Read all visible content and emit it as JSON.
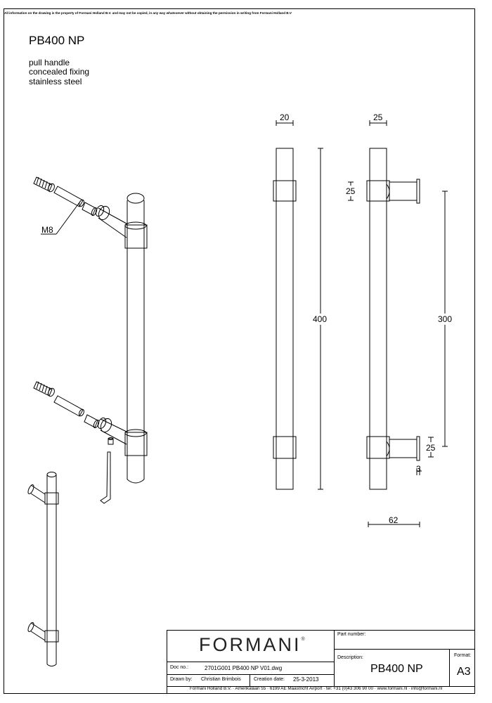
{
  "disclaimer": "All information on the drawing is the property of Formani Holland B.V. and may not be copied, in any way whatsoever without obtaining the permission in writing from Formani Holland B.V",
  "product": {
    "title": "PB400 NP",
    "lines": [
      "pull handle",
      "concealed fixing",
      "stainless steel"
    ]
  },
  "callout": {
    "thread": "M8"
  },
  "dimensions": {
    "front_width": "20",
    "side_width": "25",
    "post_height": "25",
    "overall_length": "400",
    "center_distance": "300",
    "post_height_bottom": "25",
    "base_thickness": "3",
    "projection": "62"
  },
  "title_block": {
    "logo": "FORMANI",
    "logo_mark": "®",
    "part_number_label": "Part number:",
    "description_label": "Description:",
    "description_value": "PB400 NP",
    "format_label": "Format:",
    "format_value": "A3",
    "doc_no_label": "Doc no.:",
    "doc_no_value": "2701G001 PB400 NP V01.dwg",
    "drawn_by_label": "Drawn by:",
    "drawn_by_value": "Christian Brimbois",
    "creation_date_label": "Creation date:",
    "creation_date_value": "25-3-2013",
    "footer": "Formani Holland B.V. ·  Amerikalaan 55  · 6199 AE Maastricht Airport · tel: +31 (0)43 306 90 00 · www.formani.nl · info@formani.nl"
  }
}
